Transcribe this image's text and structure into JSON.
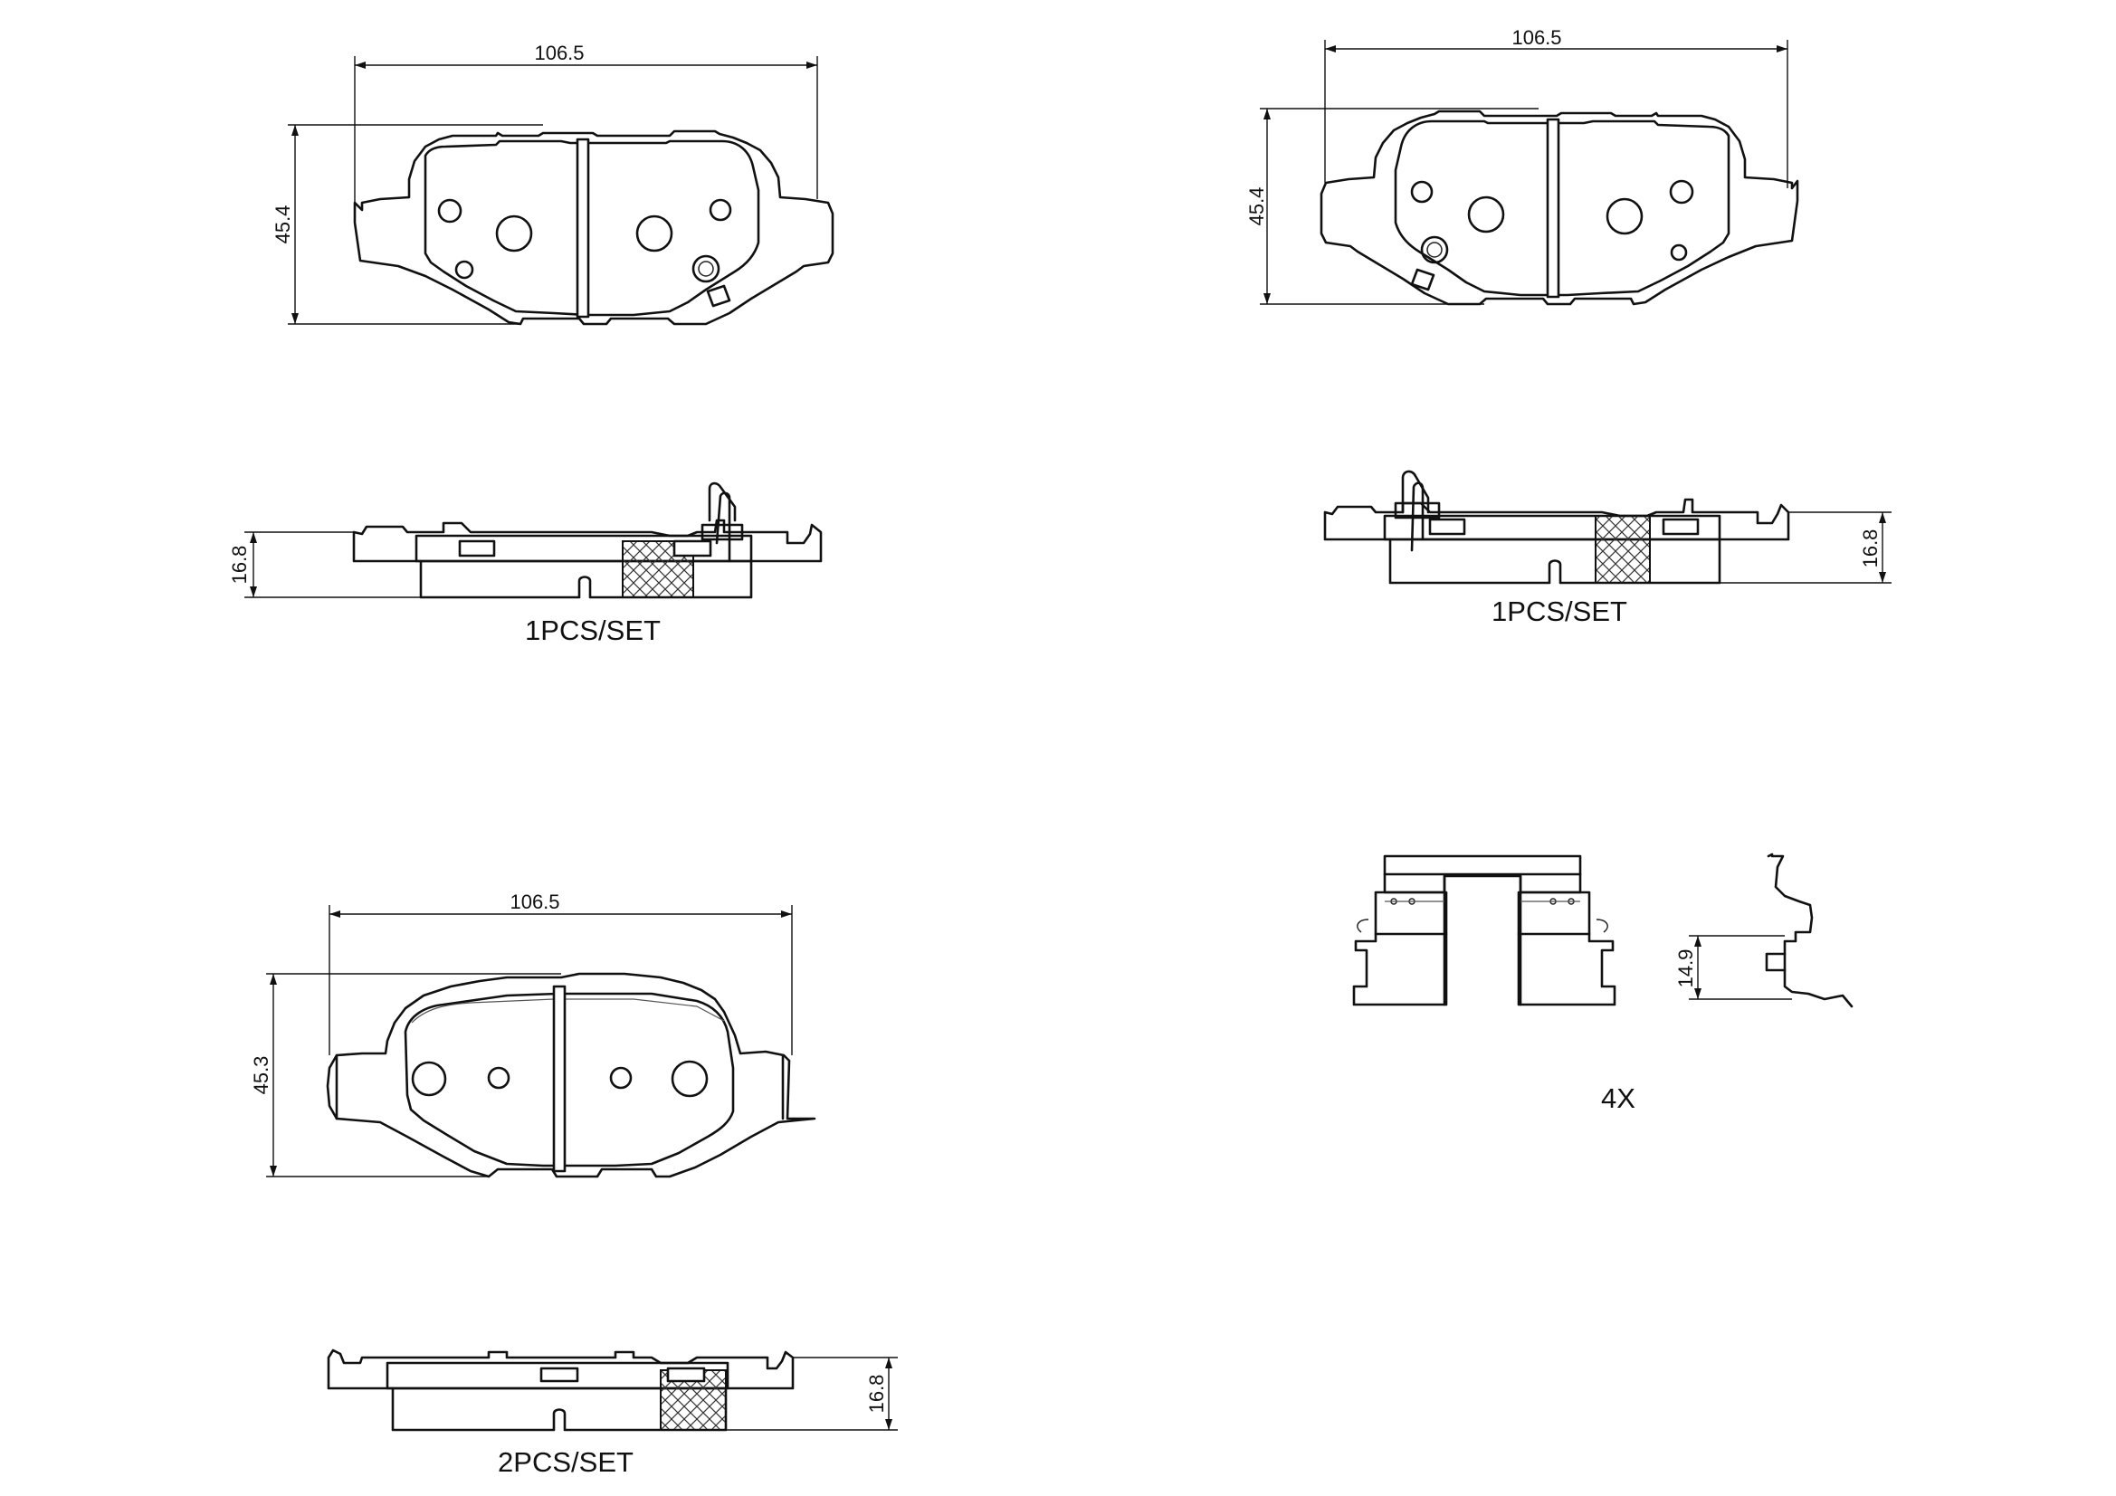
{
  "dimensions": {
    "pad_a_width": "106.5",
    "pad_a_height": "45.4",
    "pad_a_thickness": "16.8",
    "pad_b_width": "106.5",
    "pad_b_height": "45.4",
    "pad_b_thickness": "16.8",
    "pad_c_width": "106.5",
    "pad_c_height": "45.3",
    "pad_c_thickness": "16.8",
    "clip_height": "14.9"
  },
  "captions": {
    "pad_a_quantity": "1PCS/SET",
    "pad_b_quantity": "1PCS/SET",
    "pad_c_quantity": "2PCS/SET",
    "clip_quantity": "4X"
  },
  "colors": {
    "line": "#111111",
    "background": "#ffffff"
  }
}
